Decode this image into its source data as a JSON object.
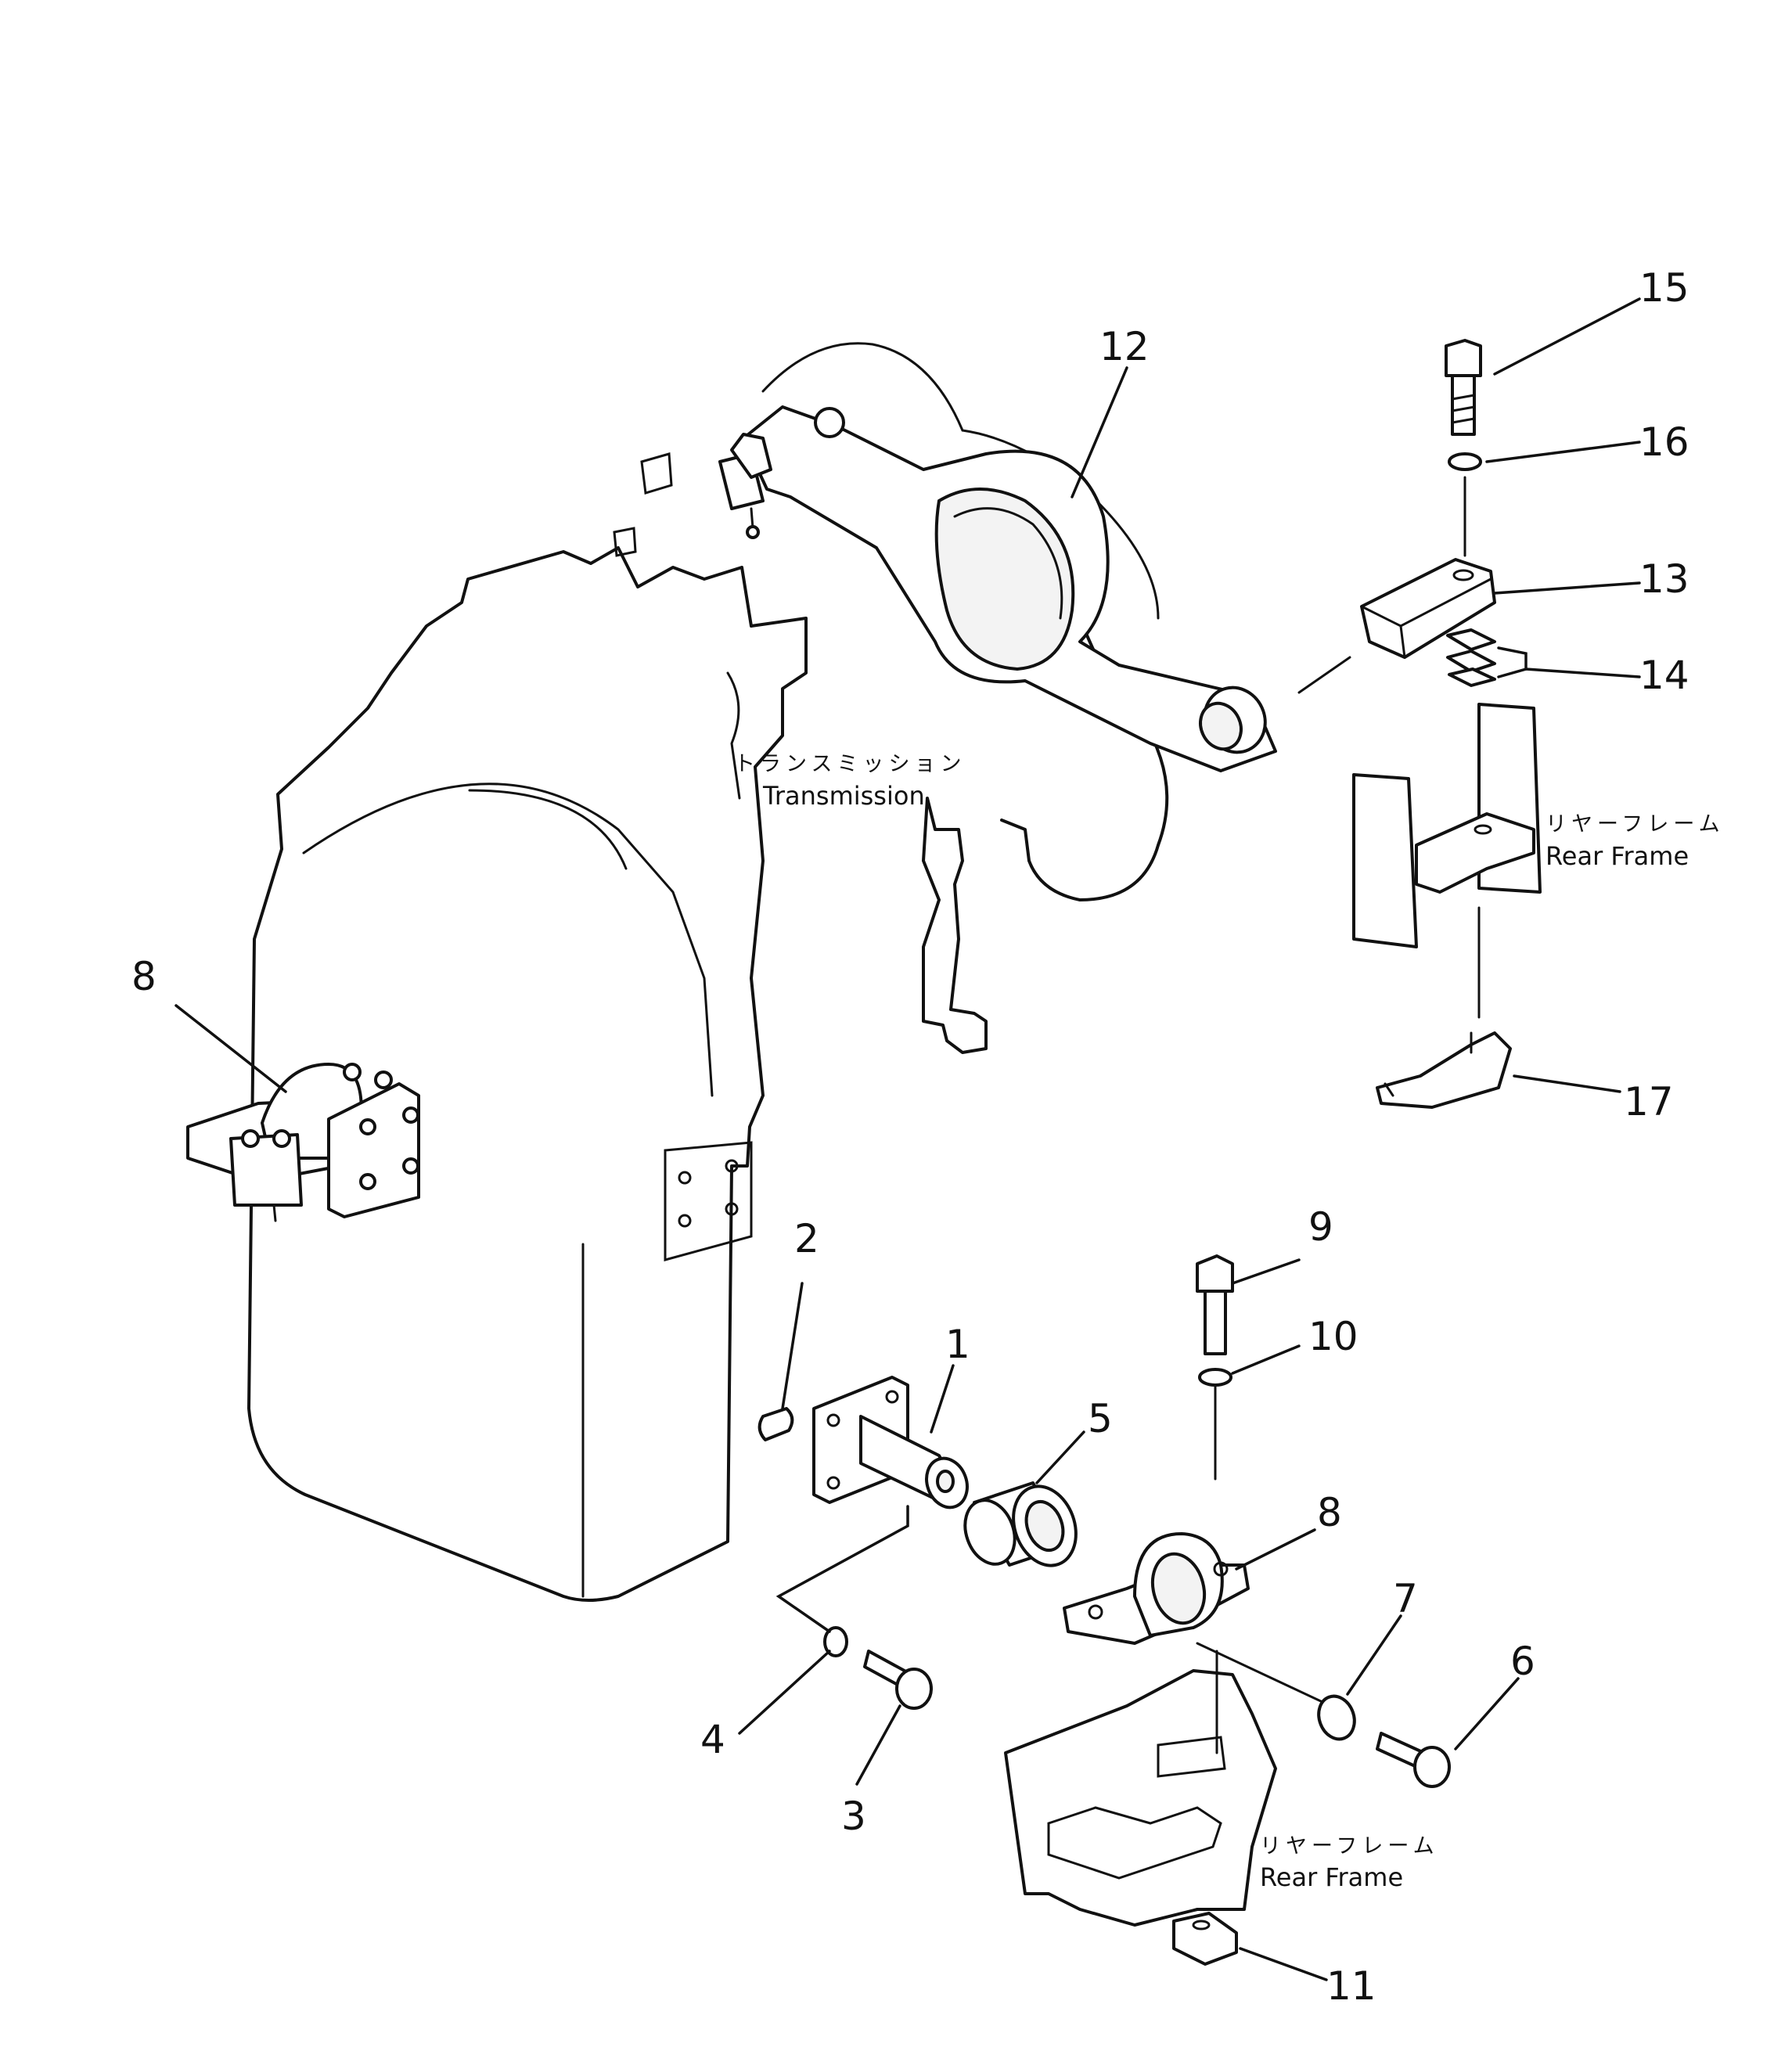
{
  "labels": {
    "transmission_jp": "トランスミッション",
    "transmission_en": "Transmission",
    "rear_frame_jp": "リヤーフレーム",
    "rear_frame_en": "Rear Frame"
  },
  "callouts": [
    "1",
    "2",
    "3",
    "4",
    "5",
    "6",
    "7",
    "8",
    "9",
    "10",
    "11",
    "12",
    "13",
    "14",
    "15",
    "16",
    "17"
  ]
}
